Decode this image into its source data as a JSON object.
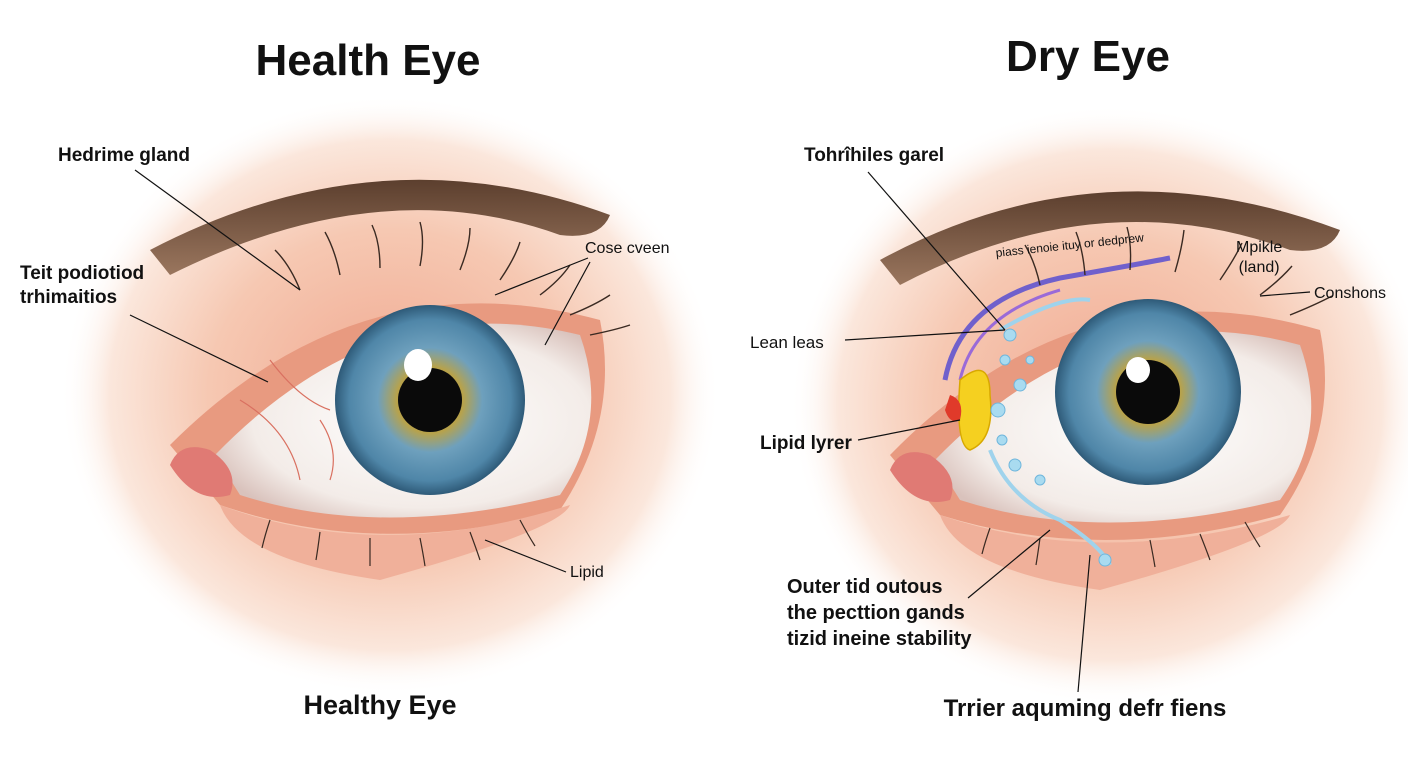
{
  "left_panel": {
    "title": "Health Eye",
    "caption": "Healthy Eye",
    "labels": {
      "gland": "Hedrime gland",
      "tear_line1": "Teit podiotiod",
      "tear_line2": "trhimaitios",
      "cose": "Cose cveen",
      "lipid": "Lipid"
    }
  },
  "right_panel": {
    "title": "Dry Eye",
    "caption": "Trrier aquming defr fiens",
    "labels": {
      "top_gland": "Tohrîhiles garel",
      "lid_margin": "piass ienoie ituy or dedprew",
      "mpikle_line1": "Mpikle",
      "mpikle_line2": "(land)",
      "conshons": "Conshons",
      "lean": "Lean leas",
      "lipid_layer": "Lipid lyrer",
      "outer_line1": "Outer tid outous",
      "outer_line2": "the pecttion gands",
      "outer_line3": "tizid ineine stability"
    }
  },
  "colors": {
    "iris": "#4f86a8",
    "iris_inner": "#b8a24a",
    "sclera": "#f6f2ee",
    "skin": "#f2b9a0",
    "skin_dark": "#d98068",
    "brow": "#7a5a45",
    "tear": "#9fd3ec",
    "lipid_yellow": "#f5d020",
    "gland_purple": "#7060cc",
    "inflammation": "#e03a2a"
  }
}
